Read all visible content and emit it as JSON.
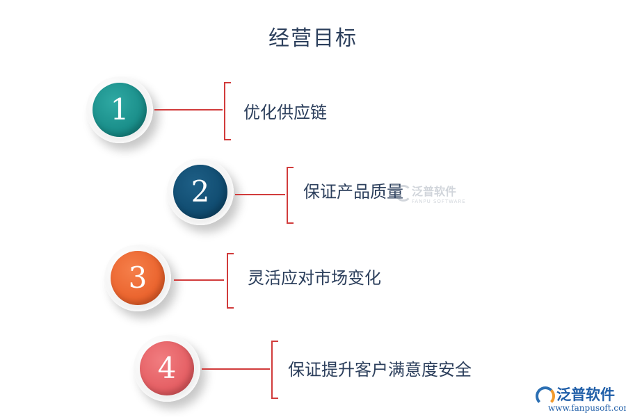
{
  "title": "经营目标",
  "items": [
    {
      "number": "1",
      "label": "优化供应链",
      "color": "#178a86"
    },
    {
      "number": "2",
      "label": "保证产品质量",
      "color": "#0f4a6e"
    },
    {
      "number": "3",
      "label": "灵活应对市场变化",
      "color": "#e9602a"
    },
    {
      "number": "4",
      "label": "保证提升客户满意度安全",
      "color": "#e35b60"
    }
  ],
  "line_color": "#d13b3b",
  "watermark": {
    "name": "泛普软件",
    "sub": "FANPU SOFTWARE"
  },
  "logo": {
    "name": "泛普软件",
    "url": "www.fanpusoft.com",
    "icon": "fanpu-logo-icon"
  }
}
